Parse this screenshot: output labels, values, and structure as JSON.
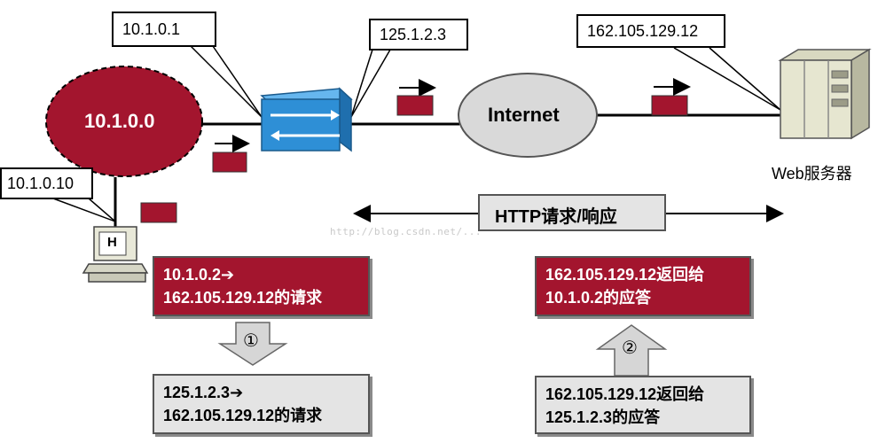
{
  "nodes": {
    "lan_label": "10.1.0.0",
    "internet_label": "Internet",
    "host_label": "H",
    "server_caption": "Web服务器"
  },
  "callouts": {
    "router_ip": "10.1.0.1",
    "host_ip": "10.1.0.10",
    "gateway_ip": "125.1.2.3",
    "server_ip": "162.105.129.12"
  },
  "http_label": "HTTP请求/响应",
  "steps": {
    "step1_symbol": "①",
    "step2_symbol": "②"
  },
  "boxes": {
    "request_original": [
      "10.1.0.2➔",
      "162.105.129.12的请求"
    ],
    "request_translated": [
      "125.1.2.3➔",
      "162.105.129.12的请求"
    ],
    "response_original": [
      "162.105.129.12返回给",
      "125.1.2.3的应答"
    ],
    "response_translated": [
      "162.105.129.12返回给",
      "10.1.0.2的应答"
    ]
  },
  "watermark": "http://blog.csdn.net/...",
  "colors": {
    "packet_red": "#a3152e",
    "router_blue": "#2e8fd6",
    "internet_gray": "#d9d9d9",
    "box_gray": "#e4e4e4"
  }
}
